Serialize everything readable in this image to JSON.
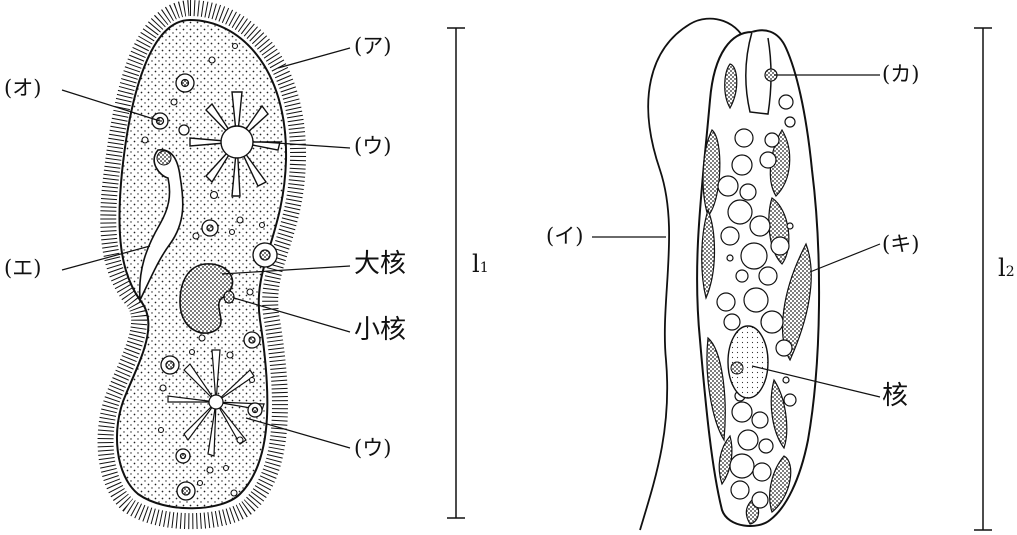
{
  "labels": {
    "a": "(ア)",
    "i": "(イ)",
    "u1": "(ウ)",
    "u2": "(ウ)",
    "e": "(エ)",
    "o": "(オ)",
    "ka": "(カ)",
    "ki": "(キ)",
    "macronucleus": "大核",
    "micronucleus": "小核",
    "nucleus": "核",
    "length1_letter": "l",
    "length1_sub": "1",
    "length2_letter": "l",
    "length2_sub": "2"
  }
}
